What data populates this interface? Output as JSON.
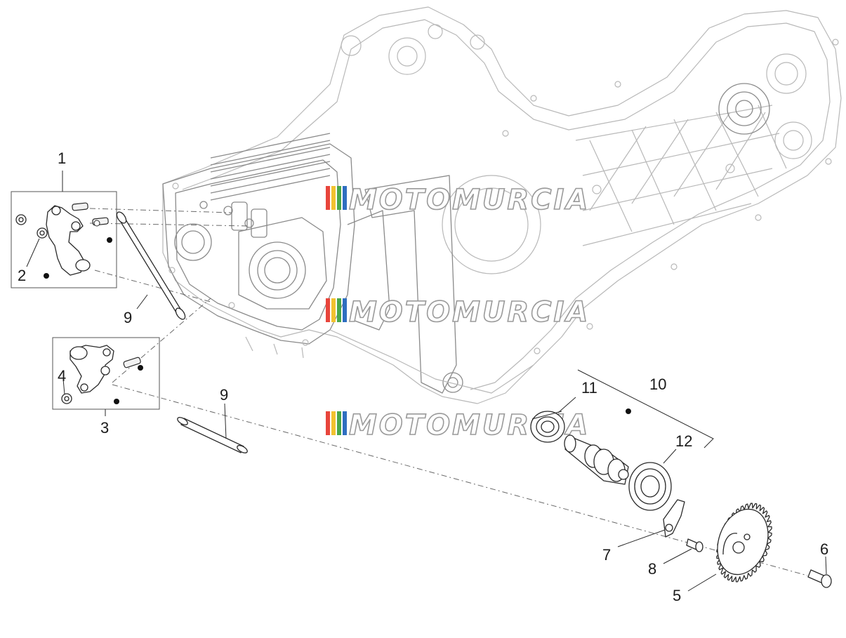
{
  "watermark": {
    "text": "MOTOMURCIA",
    "colors": [
      "#e8453c",
      "#f2c230",
      "#4aa84a",
      "#2f6fc0"
    ]
  },
  "callouts": {
    "c1": "1",
    "c2": "2",
    "c3": "3",
    "c4": "4",
    "c5": "5",
    "c6": "6",
    "c7": "7",
    "c8": "8",
    "c9a": "9",
    "c9b": "9",
    "c10": "10",
    "c11": "11",
    "c12": "12"
  }
}
